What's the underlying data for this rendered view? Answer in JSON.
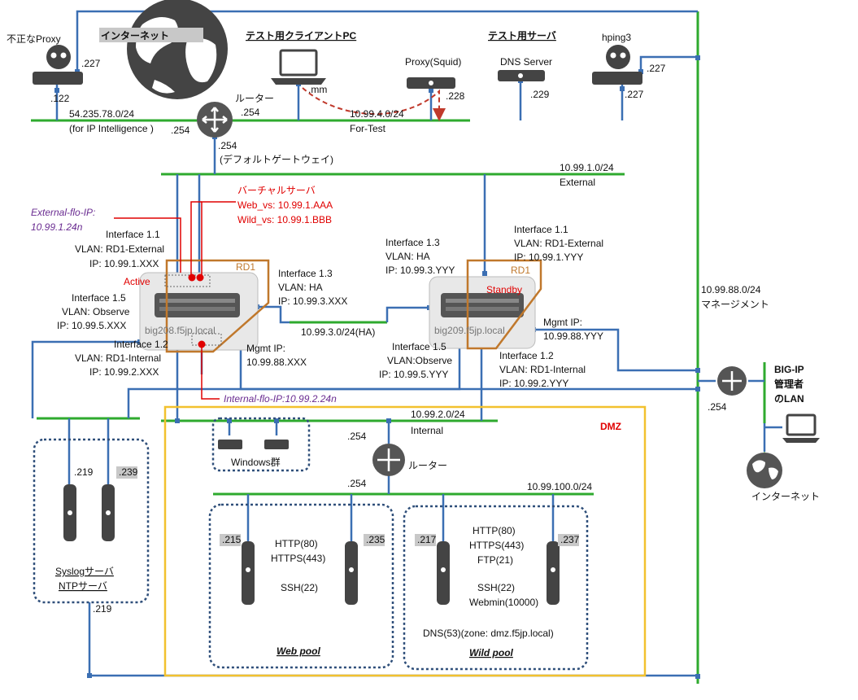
{
  "title_labels": {
    "rogue_proxy": "不正なProxy",
    "internet": "インターネット",
    "test_client": "テスト用クライアントPC",
    "test_server": "テスト用サーバ",
    "hping": "hping3",
    "proxy_squid": "Proxy(Squid)",
    "dns_server": "DNS Server",
    "router_top": "ルーター",
    "virtual_server": "バーチャルサーバ",
    "web_vs": "Web_vs: 10.99.1.AAA",
    "wild_vs": "Wild_vs: 10.99.1.BBB",
    "ext_flo_1": "External-flo-IP:",
    "ext_flo_2": "10.99.1.24n",
    "int_flo": "Internal-flo-IP:10.99.2.24n",
    "active": "Active",
    "standby": "Standby",
    "rd1": "RD1",
    "big208": "big208.f5jp.local",
    "big209": "big209.f5jp.local",
    "dmz": "DMZ",
    "windows": "Windows群",
    "router_dmz": "ルーター",
    "web_pool": "Web pool",
    "wild_pool": "Wild pool",
    "syslog1": "Syslogサーバ",
    "syslog2": "NTPサーバ",
    "bigip_lan1": "BIG-IP",
    "bigip_lan2": "管理者",
    "bigip_lan3": "のLAN",
    "internet_small": "インターネット",
    "mgmt_net": "10.99.88.0/24",
    "mgmt_net_name": "マネージメント"
  },
  "addresses": {
    "a227_rogue": ".227",
    "a122": ".122",
    "net_54": "54.235.78.0/24",
    "for_ip_intel": "(for IP Intelligence )",
    "a254_left": ".254",
    "a254_router": ".254",
    "a254_down": ".254",
    "default_gw": "(デフォルトゲートウェイ)",
    "mm": ".mm",
    "a228": ".228",
    "a229": ".229",
    "a227_hping_r": ".227",
    "a227_hping": ".227",
    "net_4": "10.99.4.0/24",
    "for_test": "For-Test",
    "net_1": "10.99.1.0/24",
    "external": "External",
    "net_3": "10.99.3.0/24(HA)",
    "net_2": "10.99.2.0/24",
    "internal": "Internal",
    "a254_dmz1": ".254",
    "a254_dmz2": ".254",
    "net_100": "10.99.100.0/24",
    "a254_mgmt": ".254",
    "s219": ".219",
    "s239": ".239",
    "s219b": ".219",
    "w215": ".215",
    "w235": ".235",
    "w217": ".217",
    "w237": ".237"
  },
  "interfaces": {
    "b208_11": [
      "Interface 1.1",
      "VLAN: RD1-External",
      "IP: 10.99.1.XXX"
    ],
    "b208_13": [
      "Interface 1.3",
      "VLAN: HA",
      "IP: 10.99.3.XXX"
    ],
    "b208_15": [
      "Interface 1.5",
      "VLAN: Observe",
      "IP: 10.99.5.XXX"
    ],
    "b208_12": [
      "Interface 1.2",
      "VLAN: RD1-Internal",
      "IP: 10.99.2.XXX"
    ],
    "b208_mgmt": [
      "Mgmt IP:",
      "10.99.88.XXX"
    ],
    "b209_11": [
      "Interface 1.1",
      "VLAN: RD1-External",
      "IP: 10.99.1.YYY"
    ],
    "b209_13": [
      "Interface 1.3",
      "VLAN: HA",
      "IP: 10.99.3.YYY"
    ],
    "b209_15": [
      "Interface 1.5",
      "VLAN:Observe",
      "IP: 10.99.5.YYY"
    ],
    "b209_12": [
      "Interface 1.2",
      "VLAN: RD1-Internal",
      "IP: 10.99.2.YYY"
    ],
    "b209_mgmt": [
      "Mgmt IP:",
      "10.99.88.YYY"
    ]
  },
  "services": {
    "web": [
      "HTTP(80)",
      "HTTPS(443)",
      "",
      "SSH(22)"
    ],
    "wild": [
      "HTTP(80)",
      "HTTPS(443)",
      "FTP(21)",
      "",
      "SSH(22)",
      "Webmin(10000)"
    ],
    "wild_dns": "DNS(53)(zone: dmz.f5jp.local)"
  },
  "colors": {
    "net_green": "#2eaa2e",
    "link_blue": "#3b6fb3",
    "rd1_orange": "#c0782c",
    "dmz_yellow": "#f2c12e",
    "pool_dotted": "#2f4f7a",
    "red": "#e00000",
    "purple": "#6a2c91"
  }
}
